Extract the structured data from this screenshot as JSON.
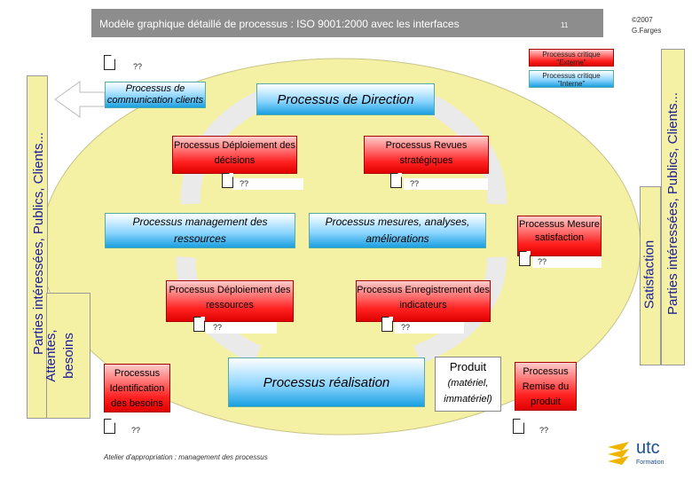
{
  "header": {
    "title": "Modèle graphique détaillé de processus : ISO 9001:2000 avec les interfaces",
    "page_num": "11",
    "copyright": "©2007",
    "author": "G.Farges"
  },
  "legend": {
    "externe": "Processus critique \"Externe\"",
    "interne": "Processus critique \"Interne\""
  },
  "left_panel": {
    "outer": "Parties intéressées, Publics, Clients...",
    "inner_line1": "Attentes,",
    "inner_line2": "besoins"
  },
  "right_panel": {
    "outer": "Parties intéressées, Publics, Clients...",
    "inner": "Satisfaction"
  },
  "processes": {
    "communication": "Processus de communication clients",
    "direction": "Processus de Direction",
    "deploiement_decisions": "Processus Déploiement des décisions",
    "revues": "Processus Revues stratégiques",
    "management_ressources": "Processus management des ressources",
    "mesures": "Processus mesures, analyses, améliorations",
    "mesure_satisfaction": "Processus Mesure satisfaction",
    "deploiement_ressources": "Processus Déploiement des ressources",
    "enregistrement": "Processus Enregistrement des indicateurs",
    "identification": "Processus Identification des besoins",
    "realisation": "Processus réalisation",
    "remise": "Processus Remise du produit"
  },
  "produit": {
    "title": "Produit",
    "line1": "(matériel,",
    "line2": "immatériel)"
  },
  "placeholder": "??",
  "footer": {
    "text": "Atelier d'appropriation : management des processus",
    "logo": "utc",
    "logo_sub": "Formation"
  },
  "colors": {
    "ellipse": "#f4f0a4",
    "red": "#ff2020",
    "blue": "#1a9fe0",
    "arrow": "#f2f2f2"
  }
}
